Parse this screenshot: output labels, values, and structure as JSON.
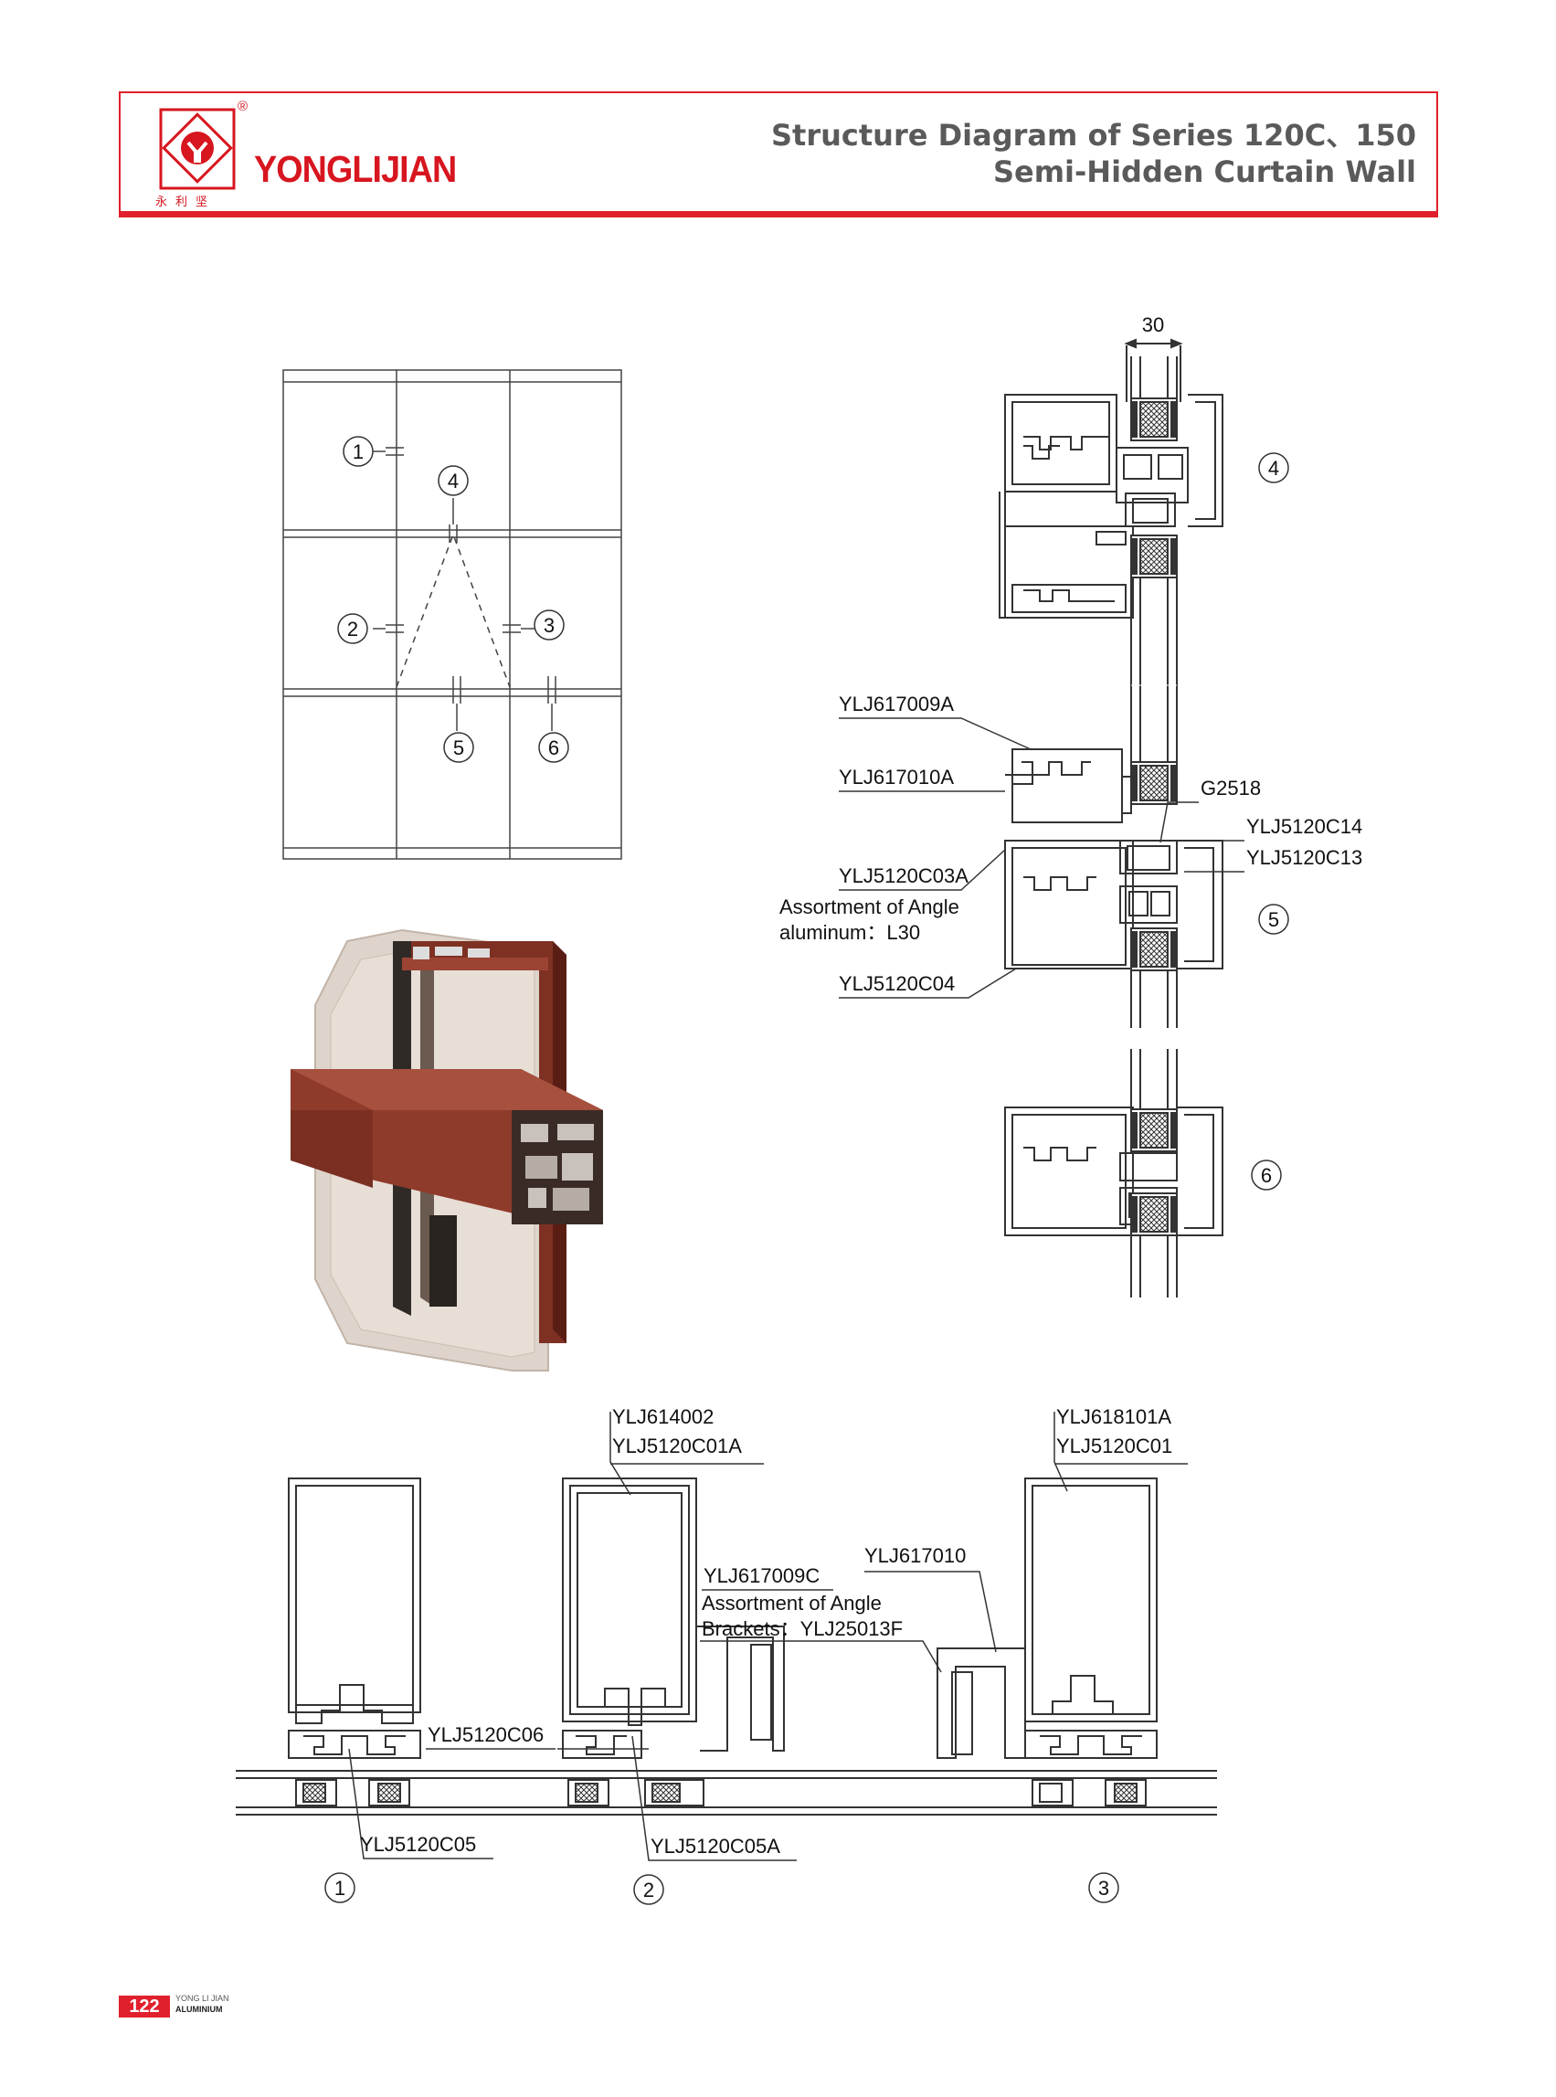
{
  "header": {
    "brand": "YONGLIJIAN",
    "registered_mark": "®",
    "chinese_name": "永利坚",
    "title_line1": "Structure Diagram of Series 120C、150",
    "title_line2": "Semi-Hidden Curtain Wall"
  },
  "elevation": {
    "markers": [
      "1",
      "2",
      "3",
      "4",
      "5",
      "6"
    ]
  },
  "vertical_section": {
    "dimension": "30",
    "markers": [
      "4",
      "5",
      "6"
    ],
    "labels": {
      "l1": "YLJ617009A",
      "l2": "YLJ617010A",
      "l3": "G2518",
      "l4": "YLJ5120C14",
      "l5": "YLJ5120C13",
      "l6": "YLJ5120C03A",
      "l7a": "Assortment of Angle",
      "l7b": "aluminum：L30",
      "l8": "YLJ5120C04"
    }
  },
  "horizontal_section": {
    "markers": [
      "1",
      "2",
      "3"
    ],
    "labels": {
      "a1": "YLJ614002",
      "a2": "YLJ5120C01A",
      "b1": "YLJ618101A",
      "b2": "YLJ5120C01",
      "c1": "YLJ617010",
      "d1": "YLJ617009C",
      "d2": "Assortment of Angle",
      "d3": "Brackets：YLJ25013F",
      "e1": "YLJ5120C06",
      "e2": "YLJ5120C05",
      "e3": "YLJ5120C05A"
    }
  },
  "footer": {
    "page": "122",
    "line1": "YONG LI JIAN",
    "line2": "ALUMINIUM"
  },
  "colors": {
    "brand_red": "#e0202c",
    "title_gray": "#5a5a5a",
    "frame_brown": "#8a3a2a"
  }
}
